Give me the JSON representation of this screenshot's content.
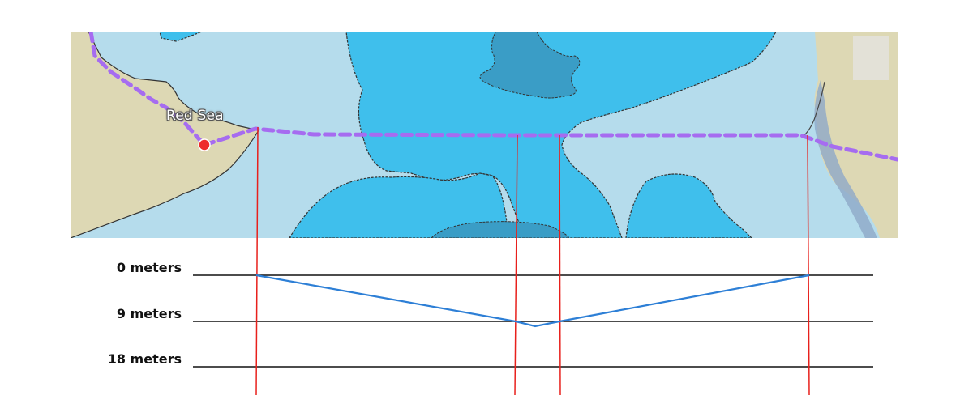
{
  "map": {
    "place_label": "Red Sea",
    "colors": {
      "land": "#ddd8b4",
      "shallow_water": "#b5dcec",
      "deep_water": "#3fbfec",
      "deepest_water": "#3a9dc6",
      "route": "#a66cf0",
      "marker": "#ee2b2b",
      "coast_line": "#444444"
    }
  },
  "profile": {
    "depth_labels": [
      "0 meters",
      "9 meters",
      "18 meters"
    ],
    "colors": {
      "grid_line": "#111111",
      "profile_line": "#2d7fd6",
      "marker_line": "#e8201c"
    }
  }
}
